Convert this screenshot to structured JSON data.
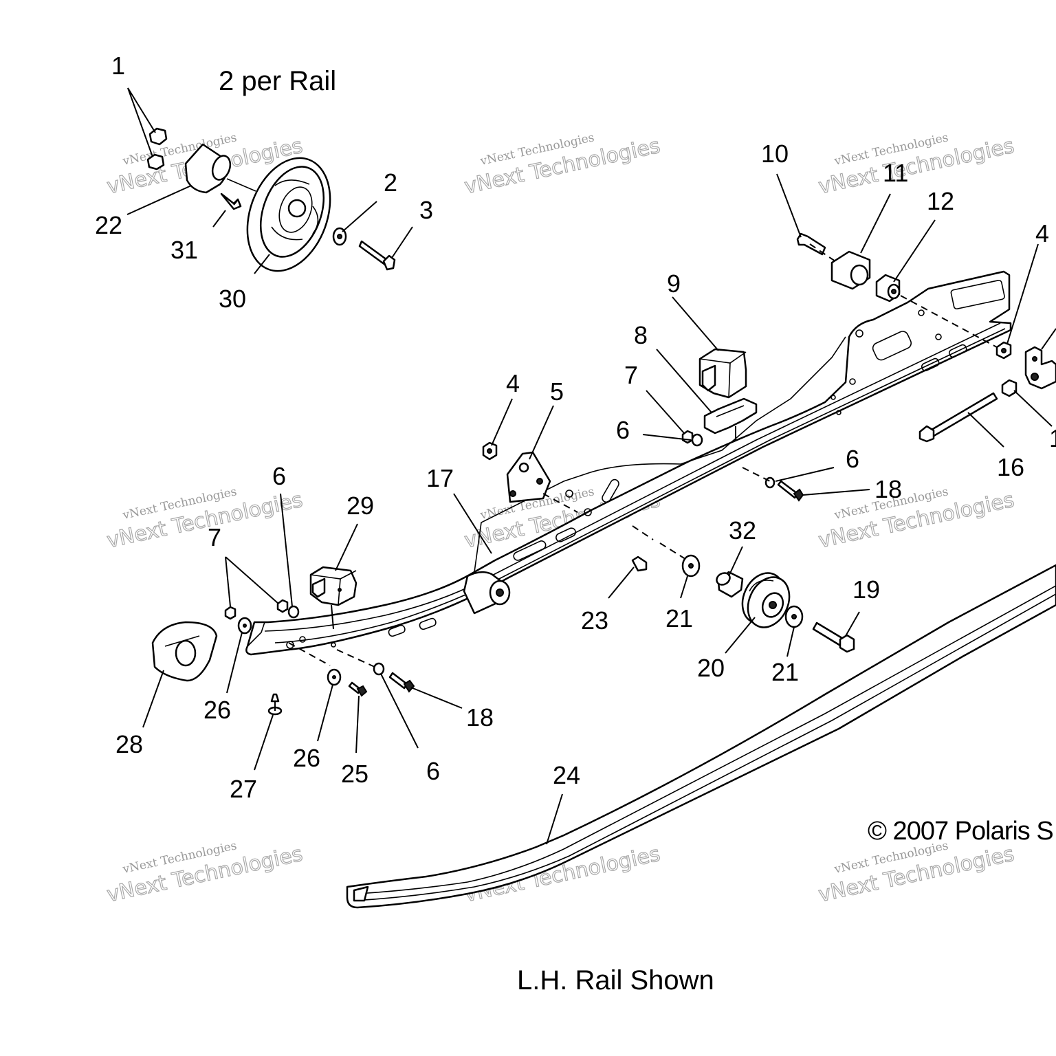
{
  "notes": {
    "per_rail": "2 per Rail",
    "rail_shown": "L.H. Rail Shown",
    "copyright": "© 2007 Polaris S"
  },
  "callouts": [
    "1",
    "2",
    "3",
    "4",
    "5",
    "6",
    "7",
    "8",
    "9",
    "10",
    "11",
    "12",
    "4",
    "1",
    "16",
    "17",
    "6",
    "18",
    "6",
    "29",
    "7",
    "32",
    "19",
    "23",
    "21",
    "20",
    "21",
    "26",
    "28",
    "27",
    "26",
    "25",
    "18",
    "6",
    "24",
    "22",
    "31",
    "30"
  ],
  "watermark": {
    "line1": "vNext Technologies",
    "line2": "vNext Technologies"
  },
  "colors": {
    "line": "#000000",
    "background": "#ffffff",
    "watermark": "#a8a8a8"
  }
}
